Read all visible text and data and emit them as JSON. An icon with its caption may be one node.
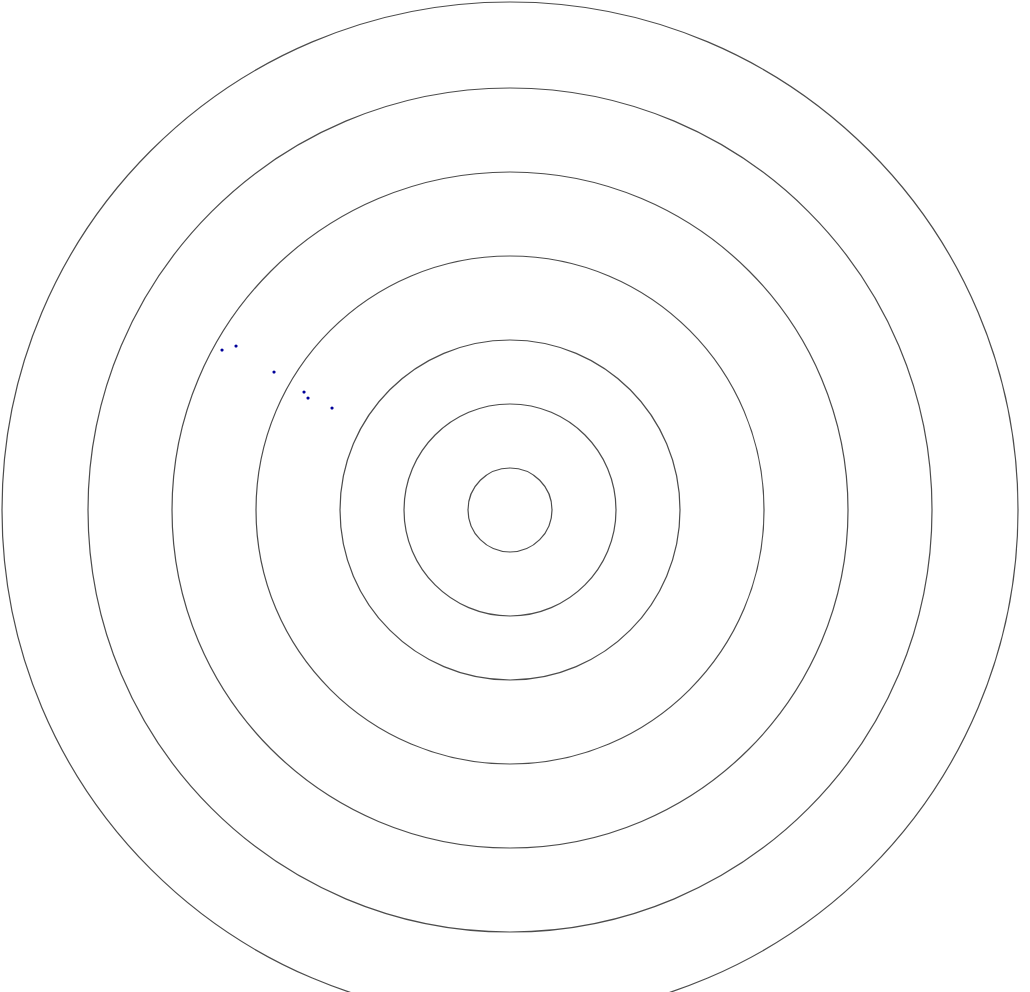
{
  "diagram": {
    "nodes": [
      {
        "text": [],
        "shape": "circle"
      },
      {
        "text": [],
        "shape": "circle",
        "in": 0
      },
      {
        "text": [],
        "shape": "circle",
        "in": 1
      },
      {
        "text": [],
        "shape": "circle",
        "in": 2
      },
      {
        "text": [],
        "shape": "circle",
        "in": 3
      },
      {
        "text": [],
        "shape": "circle",
        "in": 4
      },
      {
        "text": [],
        "shape": "circle",
        "in": 5
      }
    ]
  }
}
